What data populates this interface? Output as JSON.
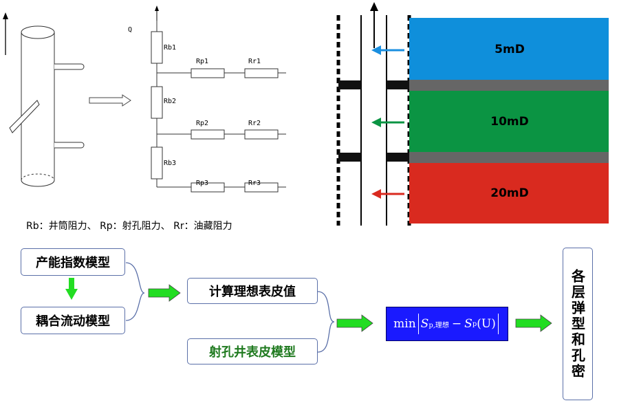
{
  "circuit": {
    "flow_label": "Q",
    "rb": [
      "Rb1",
      "Rb2",
      "Rb3"
    ],
    "rp": [
      "Rp1",
      "Rp2",
      "Rp3"
    ],
    "rr": [
      "Rr1",
      "Rr2",
      "Rr3"
    ]
  },
  "legend": "Rb：井筒阻力、 Rp：射孔阻力、 Rr：油藏阻力",
  "layers": [
    {
      "label": "5mD",
      "color": "#0f8fdb",
      "arrow_color": "#1a8fe0"
    },
    {
      "label": "10mD",
      "color": "#0b9443",
      "arrow_color": "#0b9443"
    },
    {
      "label": "20mD",
      "color": "#d92a1f",
      "arrow_color": "#d92a1f"
    }
  ],
  "separator_color": "#666666",
  "flow": {
    "productivity_model": "产能指数模型",
    "coupled_model": "耦合流动模型",
    "ideal_skin": "计算理想表皮值",
    "perforation_skin": "射孔井表皮模型",
    "formula": {
      "min": "min",
      "s": "S",
      "sub1": "p,理想",
      "minus": "−",
      "sub2": "p",
      "arg": "(U)"
    },
    "result": "各层弹型和孔密"
  },
  "colors": {
    "arrow_green": "#22dd22",
    "formula_bg": "#1a1aff"
  }
}
